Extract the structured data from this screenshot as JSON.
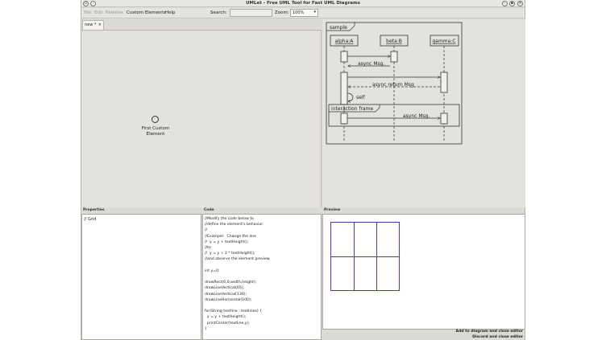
{
  "window": {
    "title": "UMLet - Free UML Tool for Fast UML Diagrams"
  },
  "menu": {
    "file": "File",
    "edit": "Edit",
    "palettes": "Palettes",
    "custom_elements": "Custom Elements",
    "help": "Help",
    "search_label": "Search:",
    "search_value": "",
    "zoom_label": "Zoom:",
    "zoom_value": "100%"
  },
  "tabs": [
    {
      "label": "new *"
    }
  ],
  "diagram": {
    "element_label_line1": "First Custom",
    "element_label_line2": "Element"
  },
  "palette": {
    "frame_label": "sample",
    "lifelines": [
      "alpha:A",
      "beta:B",
      "gamma:C"
    ],
    "messages": [
      "async Msg.",
      "async return Msg",
      "self",
      "async Msg."
    ],
    "interaction_frame": "interaction frame"
  },
  "properties": {
    "title": "Properties",
    "text": "// Grid"
  },
  "code": {
    "title": "Code",
    "lines": [
      "//Modify the code below to",
      "//define the element's behavior.",
      "//",
      "//Example:  Change the line",
      "//  y = y + textHeight();",
      "//to",
      "//  y = y + 2 * textHeight();",
      "//and observe the element preview.",
      "",
      "int y=0;",
      "",
      "drawRect(0,0,width,height);",
      "drawLineVertical(65);",
      "drawLineVertical(130);",
      "drawLineHorizontal(100);",
      "",
      "for(String textline : textlines) {",
      "  y = y + textHeight();",
      "  printCenter(textline,y);",
      "}"
    ]
  },
  "preview": {
    "title": "Preview"
  },
  "actions": {
    "add": "Add to diagram and close editor",
    "discard": "Discard and close editor"
  },
  "colors": {
    "accent": "#3b3bd0",
    "background": "#dcdad5"
  }
}
